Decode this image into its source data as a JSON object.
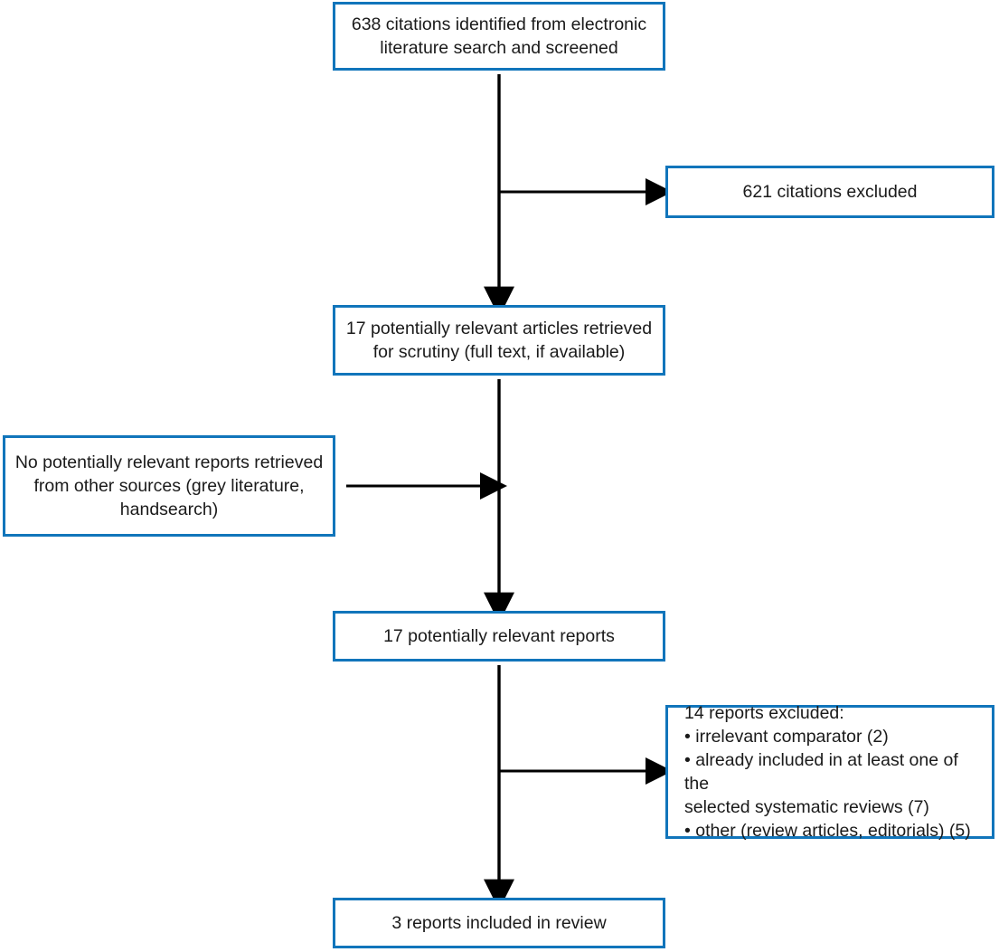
{
  "figure": {
    "kind": "prisma-study-flow-diagram",
    "accent_color": "#1175bb",
    "line_color": "#000000",
    "background": "#ffffff"
  },
  "nodes": {
    "identified": {
      "id": "identified",
      "label": "638 citations identified from electronic\nliterature search and screened",
      "count": 638
    },
    "excluded_citations": {
      "id": "excluded-citations",
      "label": "621 citations excluded",
      "count": 621
    },
    "retrieved": {
      "id": "retrieved",
      "label": "17 potentially relevant articles retrieved\nfor scrutiny (full text, if available)",
      "count": 17
    },
    "other_sources": {
      "id": "other-sources",
      "label": "No potentially relevant reports retrieved\nfrom other sources (grey literature,\nhandsearch)",
      "count": 0
    },
    "relevant_reports": {
      "id": "relevant-reports",
      "label": "17 potentially relevant reports",
      "count": 17
    },
    "excluded_reports": {
      "id": "excluded-reports",
      "heading": "14 reports excluded:",
      "count": 14,
      "reasons": [
        "• irrelevant comparator (2)",
        "• already included in at least one of the\n   selected systematic reviews (7)",
        "• other (review articles, editorials) (5)"
      ],
      "label": "14 reports excluded:\n• irrelevant comparator (2)\n• already included in at least one of the\n   selected systematic reviews (7)\n• other (review articles, editorials) (5)"
    },
    "included": {
      "id": "included",
      "label": "3 reports included in review",
      "count": 3
    }
  },
  "chart_data": {
    "type": "diagram",
    "title": "",
    "stages": [
      {
        "stage": "identified",
        "n": 638,
        "text": "638 citations identified from electronic literature search and screened"
      },
      {
        "stage": "excluded",
        "n": 621,
        "text": "621 citations excluded"
      },
      {
        "stage": "retrieved",
        "n": 17,
        "text": "17 potentially relevant articles retrieved for scrutiny (full text, if available)"
      },
      {
        "stage": "other-sources",
        "n": 0,
        "text": "No potentially relevant reports retrieved from other sources (grey literature, handsearch)"
      },
      {
        "stage": "relevant-reports",
        "n": 17,
        "text": "17 potentially relevant reports"
      },
      {
        "stage": "excluded-reports",
        "n": 14,
        "text": "14 reports excluded",
        "breakdown": [
          {
            "reason": "irrelevant comparator",
            "n": 2
          },
          {
            "reason": "already included in at least one of the selected systematic reviews",
            "n": 7
          },
          {
            "reason": "other (review articles, editorials)",
            "n": 5
          }
        ]
      },
      {
        "stage": "included",
        "n": 3,
        "text": "3 reports included in review"
      }
    ],
    "edges": [
      {
        "from": "identified",
        "to": "retrieved",
        "direction": "down"
      },
      {
        "from": "identified",
        "to": "excluded",
        "direction": "right"
      },
      {
        "from": "other-sources",
        "to": "retrieved-to-reports-trunk",
        "direction": "right"
      },
      {
        "from": "retrieved",
        "to": "relevant-reports",
        "direction": "down"
      },
      {
        "from": "relevant-reports",
        "to": "excluded-reports",
        "direction": "right"
      },
      {
        "from": "relevant-reports",
        "to": "included",
        "direction": "down"
      }
    ]
  }
}
